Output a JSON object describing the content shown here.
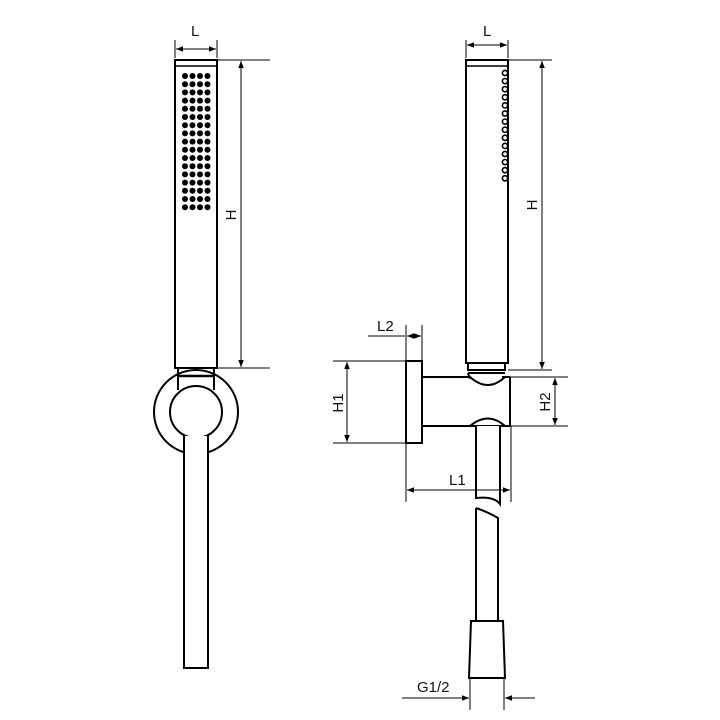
{
  "drawing": {
    "title": "",
    "style": {
      "line_color": "#000000",
      "background": "#ffffff"
    },
    "front_view": {
      "dimensions": {
        "width_label": "L",
        "height_label": "H"
      },
      "spray_nozzles": {
        "columns": 4,
        "rows": 17
      }
    },
    "side_view": {
      "dimensions": {
        "width_label": "L",
        "height_label": "H",
        "flange_depth_label": "L2",
        "flange_height_label": "H1",
        "holder_height_label": "H2",
        "holder_length_label": "L1",
        "thread_label": "G1/2"
      },
      "side_nozzles": {
        "rows": 14
      }
    }
  }
}
